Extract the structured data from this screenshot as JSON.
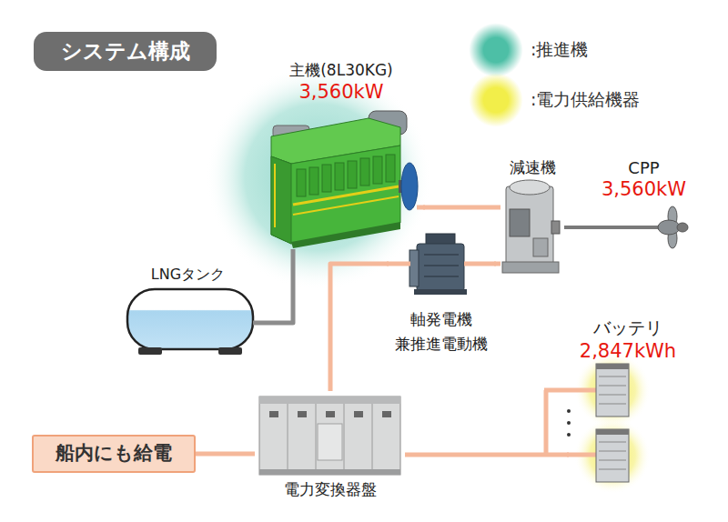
{
  "diagram": {
    "title": "システム構成",
    "nodes": [
      {
        "text": [
          "主機(8L30KG)",
          "3,560kW"
        ]
      },
      {
        "text": [
          "減速機"
        ]
      },
      {
        "text": [
          "CPP",
          "3,560kW"
        ]
      },
      {
        "text": [
          "LNGタンク"
        ]
      },
      {
        "text": [
          "軸発電機 兼推進電動機"
        ]
      },
      {
        "text": [
          "バッテリ",
          "2,847kWh"
        ]
      },
      {
        "text": [
          "船内にも給電"
        ]
      },
      {
        "text": [
          "電力変換器盤"
        ]
      }
    ],
    "edges": [
      {
        "from": 3,
        "to": 0,
        "arrow": "none"
      },
      {
        "from": 0,
        "to": 1,
        "arrow": "none"
      },
      {
        "from": 1,
        "to": 2,
        "arrow": "none"
      },
      {
        "from": 4,
        "to": 1,
        "arrow": "none"
      },
      {
        "from": 7,
        "to": 4,
        "arrow": "none"
      },
      {
        "from": 6,
        "to": 7,
        "arrow": "none"
      },
      {
        "from": 7,
        "to": 5,
        "arrow": "none"
      }
    ],
    "legend": [
      {
        "text": ":推進機",
        "color": "#4dbfa6"
      },
      {
        "text": ":電力供給機器",
        "color": "#f2ee4a"
      }
    ]
  }
}
